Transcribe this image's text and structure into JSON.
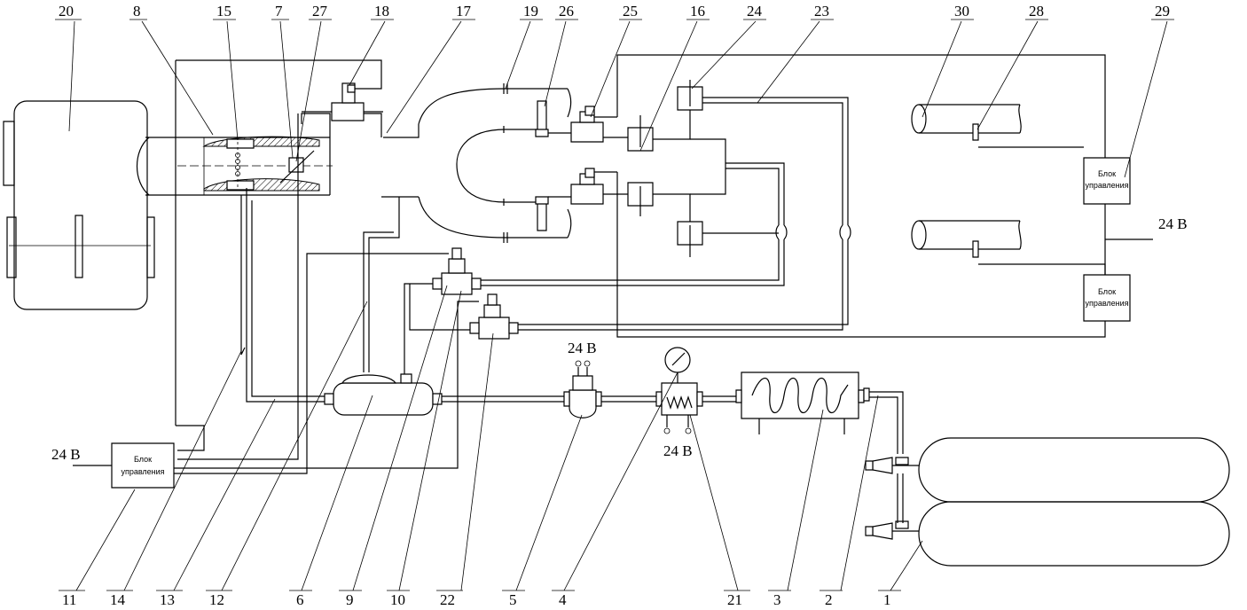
{
  "labels": {
    "c1": "1",
    "c2": "2",
    "c3": "3",
    "c4": "4",
    "c5": "5",
    "c6": "6",
    "c7": "7",
    "c8": "8",
    "c9": "9",
    "c10": "10",
    "c11": "11",
    "c12": "12",
    "c13": "13",
    "c14": "14",
    "c15": "15",
    "c16": "16",
    "c17": "17",
    "c18": "18",
    "c19": "19",
    "c20": "20",
    "c21": "21",
    "c22": "22",
    "c23": "23",
    "c24": "24",
    "c25": "25",
    "c26": "26",
    "c27": "27",
    "c28": "28",
    "c29": "29",
    "c30": "30"
  },
  "voltage": {
    "left": "24 В",
    "right": "24 В",
    "filter": "24 В",
    "heater": "24 В"
  },
  "control_unit": {
    "line1": "Блок",
    "line2": "управления"
  }
}
